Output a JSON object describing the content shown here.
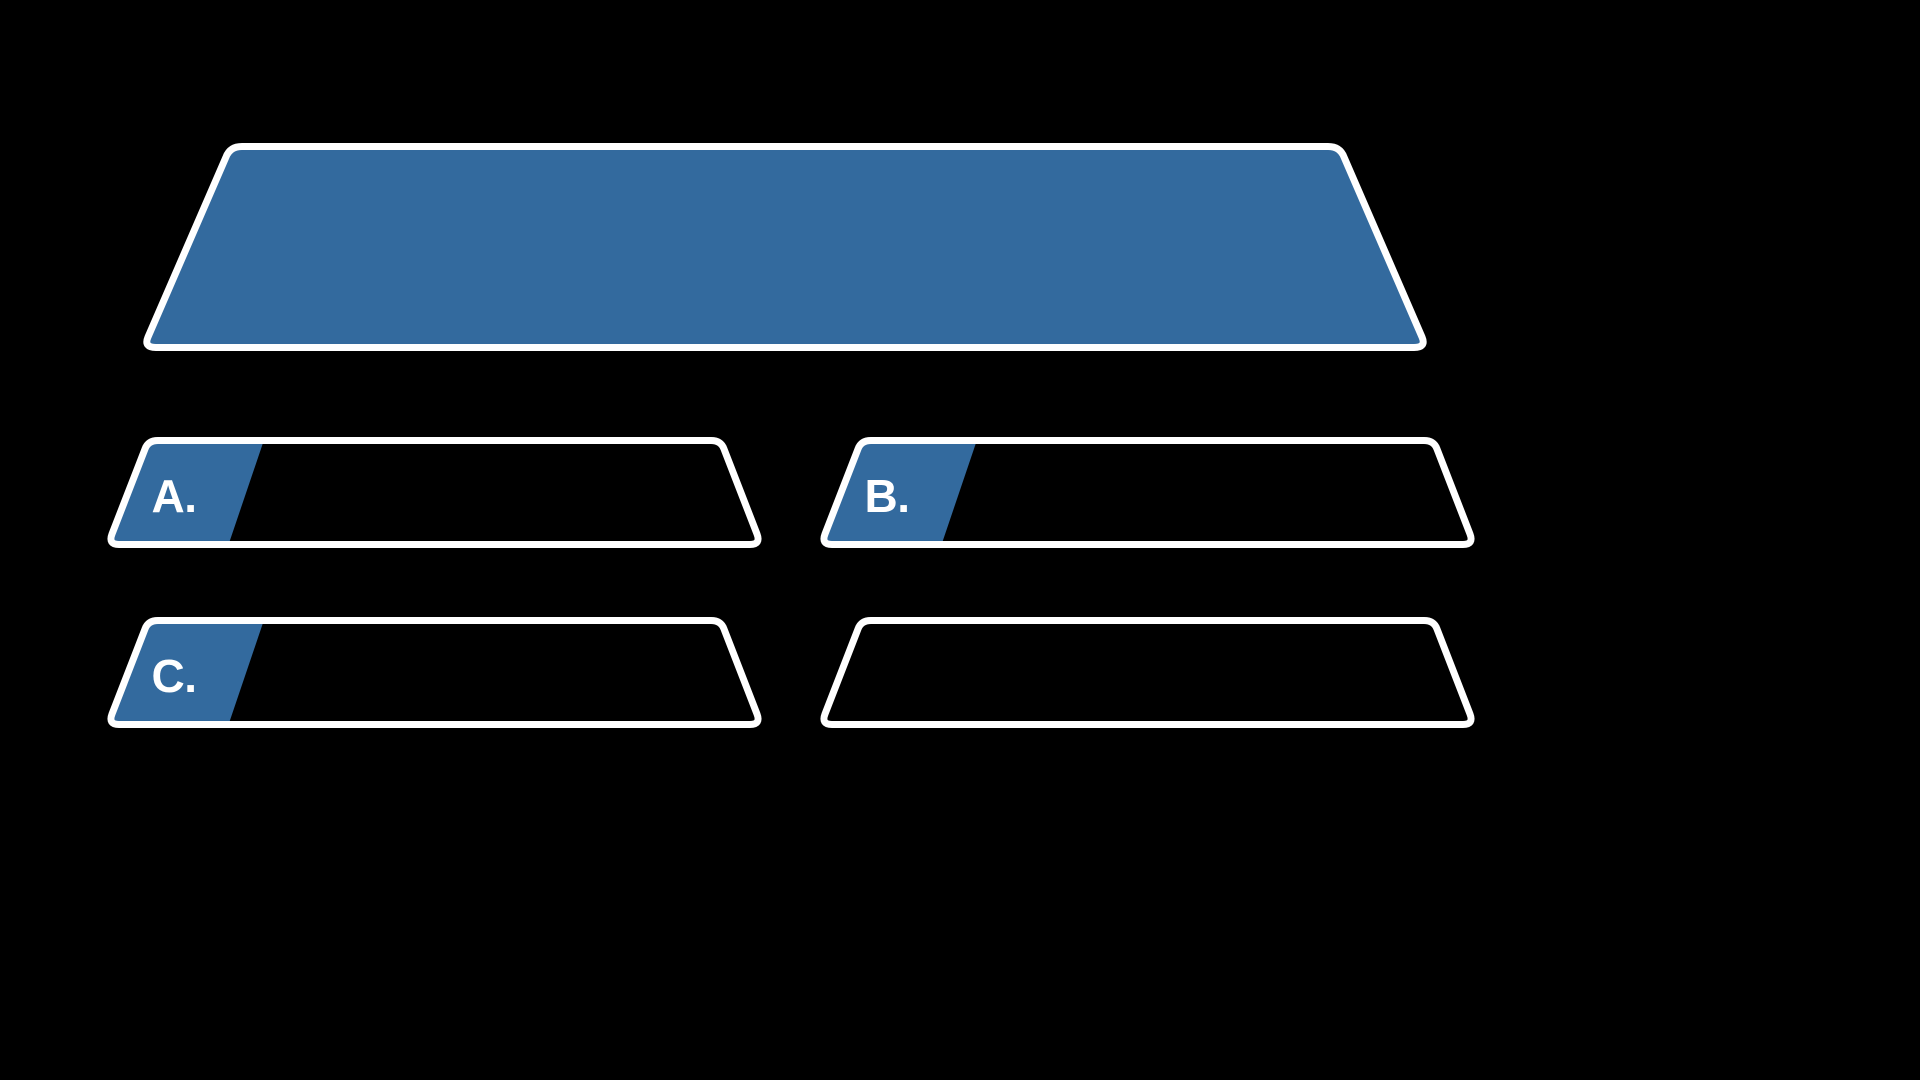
{
  "background_color": "#000000",
  "accent_color": "#336a9e",
  "border_color": "#ffffff",
  "question": {
    "text": ""
  },
  "answers": [
    {
      "key": "a",
      "letter": "A.",
      "text": "",
      "has_letter_tab": true
    },
    {
      "key": "b",
      "letter": "B.",
      "text": "",
      "has_letter_tab": true
    },
    {
      "key": "c",
      "letter": "C.",
      "text": "",
      "has_letter_tab": true
    },
    {
      "key": "d",
      "letter": "",
      "text": "",
      "has_letter_tab": false
    }
  ]
}
